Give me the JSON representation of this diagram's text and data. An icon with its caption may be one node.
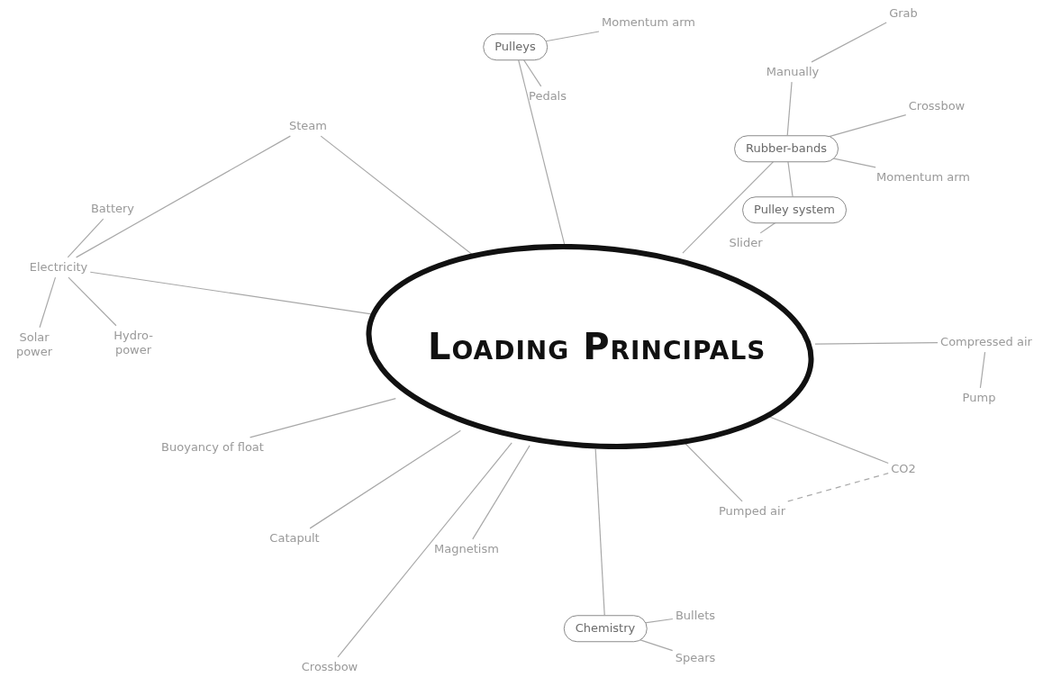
{
  "diagram": {
    "nodes": [
      {
        "text": [
          "Loading Principals"
        ]
      },
      {
        "text": [
          "Steam"
        ]
      },
      {
        "text": [
          "Electricity"
        ]
      },
      {
        "text": [
          "Battery"
        ]
      },
      {
        "text": [
          "Solar power"
        ]
      },
      {
        "text": [
          "Hydro- power"
        ]
      },
      {
        "text": [
          "Pulleys"
        ]
      },
      {
        "text": [
          "Momentum arm"
        ]
      },
      {
        "text": [
          "Pedals"
        ]
      },
      {
        "text": [
          "Rubber-bands"
        ]
      },
      {
        "text": [
          "Manually"
        ]
      },
      {
        "text": [
          "Grab"
        ]
      },
      {
        "text": [
          "Crossbow"
        ]
      },
      {
        "text": [
          "Momentum arm"
        ]
      },
      {
        "text": [
          "Pulley system"
        ]
      },
      {
        "text": [
          "Slider"
        ]
      },
      {
        "text": [
          "Compressed air"
        ]
      },
      {
        "text": [
          "Pump"
        ]
      },
      {
        "text": [
          "CO2"
        ]
      },
      {
        "text": [
          "Pumped air"
        ]
      },
      {
        "text": [
          "Chemistry"
        ]
      },
      {
        "text": [
          "Bullets"
        ]
      },
      {
        "text": [
          "Spears"
        ]
      },
      {
        "text": [
          "Magnetism"
        ]
      },
      {
        "text": [
          "Crossbow"
        ]
      },
      {
        "text": [
          "Catapult"
        ]
      },
      {
        "text": [
          "Buoyancy of float"
        ]
      }
    ],
    "edges": [
      {
        "from": 0,
        "to": 1,
        "arrow": "none"
      },
      {
        "from": 1,
        "to": 2,
        "arrow": "none"
      },
      {
        "from": 0,
        "to": 2,
        "arrow": "none"
      },
      {
        "from": 2,
        "to": 3,
        "arrow": "none"
      },
      {
        "from": 2,
        "to": 4,
        "arrow": "none"
      },
      {
        "from": 2,
        "to": 5,
        "arrow": "none"
      },
      {
        "from": 0,
        "to": 6,
        "arrow": "none"
      },
      {
        "from": 6,
        "to": 7,
        "arrow": "none"
      },
      {
        "from": 6,
        "to": 8,
        "arrow": "none"
      },
      {
        "from": 0,
        "to": 9,
        "arrow": "none"
      },
      {
        "from": 9,
        "to": 10,
        "arrow": "none"
      },
      {
        "from": 10,
        "to": 11,
        "arrow": "none"
      },
      {
        "from": 9,
        "to": 12,
        "arrow": "none"
      },
      {
        "from": 9,
        "to": 13,
        "arrow": "none"
      },
      {
        "from": 9,
        "to": 14,
        "arrow": "none"
      },
      {
        "from": 14,
        "to": 15,
        "arrow": "none"
      },
      {
        "from": 0,
        "to": 16,
        "arrow": "none"
      },
      {
        "from": 16,
        "to": 17,
        "arrow": "none"
      },
      {
        "from": 0,
        "to": 18,
        "arrow": "none"
      },
      {
        "from": 0,
        "to": 19,
        "arrow": "none"
      },
      {
        "from": 19,
        "to": 18,
        "arrow": "none",
        "style": "dashed"
      },
      {
        "from": 0,
        "to": 20,
        "arrow": "none"
      },
      {
        "from": 20,
        "to": 21,
        "arrow": "none"
      },
      {
        "from": 20,
        "to": 22,
        "arrow": "none"
      },
      {
        "from": 0,
        "to": 23,
        "arrow": "none"
      },
      {
        "from": 0,
        "to": 24,
        "arrow": "none"
      },
      {
        "from": 0,
        "to": 25,
        "arrow": "none"
      },
      {
        "from": 0,
        "to": 26,
        "arrow": "none"
      }
    ]
  }
}
